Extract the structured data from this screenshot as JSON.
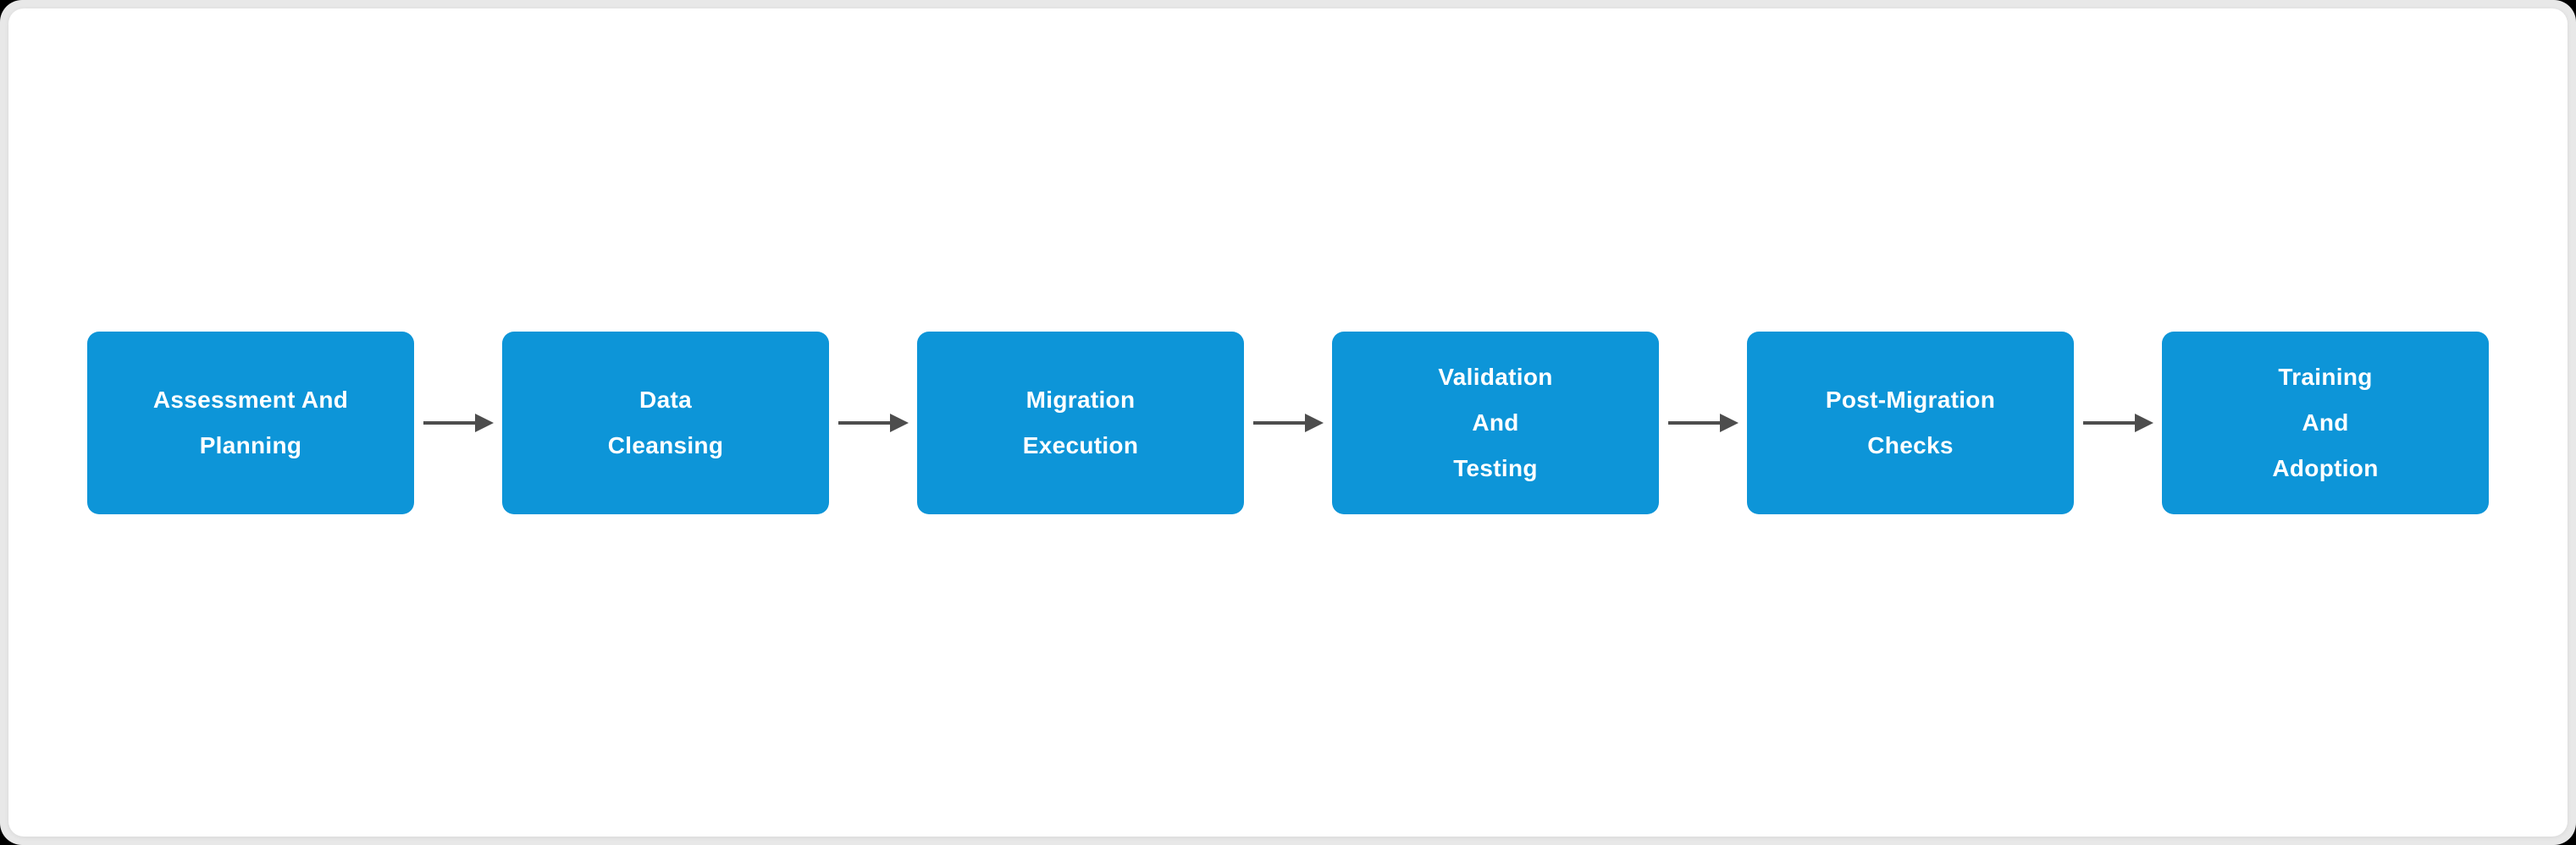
{
  "page": {
    "background_color": "#000000",
    "frame_color": "#e8e8e8",
    "card_color": "#ffffff"
  },
  "flowchart": {
    "node_fill_color": "#0d95d8",
    "node_text_color": "#ffffff",
    "arrow_color": "#4d4d4d",
    "connector_icon": "arrow-right",
    "nodes": [
      {
        "id": "assessment-and-planning",
        "lines": [
          "Assessment And",
          "Planning"
        ]
      },
      {
        "id": "data-cleansing",
        "lines": [
          "Data",
          "Cleansing"
        ]
      },
      {
        "id": "migration-execution",
        "lines": [
          "Migration",
          "Execution"
        ]
      },
      {
        "id": "validation-and-testing",
        "lines": [
          "Validation",
          "And",
          "Testing"
        ]
      },
      {
        "id": "post-migration-checks",
        "lines": [
          "Post-Migration",
          "Checks"
        ]
      },
      {
        "id": "training-and-adoption",
        "lines": [
          "Training",
          "And",
          "Adoption"
        ]
      }
    ]
  }
}
